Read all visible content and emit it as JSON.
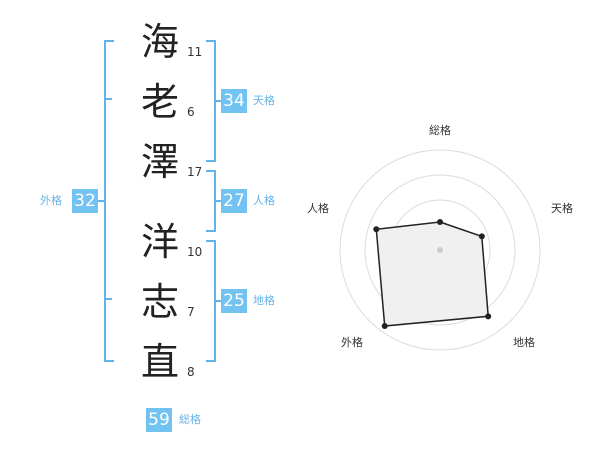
{
  "name_chars": [
    {
      "char": "海",
      "strokes": "11"
    },
    {
      "char": "老",
      "strokes": "6"
    },
    {
      "char": "澤",
      "strokes": "17"
    },
    {
      "char": "洋",
      "strokes": "10"
    },
    {
      "char": "志",
      "strokes": "7"
    },
    {
      "char": "直",
      "strokes": "8"
    }
  ],
  "kaku": {
    "tenkaku": {
      "value": "34",
      "label": "天格"
    },
    "jinkaku": {
      "value": "27",
      "label": "人格"
    },
    "chikaku": {
      "value": "25",
      "label": "地格"
    },
    "gaikaku": {
      "value": "32",
      "label": "外格"
    },
    "soukaku": {
      "value": "59",
      "label": "総格"
    }
  },
  "colors": {
    "accent": "#62b3e8",
    "badge": "#72c2f2",
    "label": "#64b4e6"
  },
  "chart_data": {
    "type": "radar",
    "axes": [
      "総格",
      "天格",
      "地格",
      "外格",
      "人格"
    ],
    "values": [
      0.28,
      0.44,
      0.82,
      0.94,
      0.67
    ],
    "range": [
      0,
      1
    ],
    "rings": 4
  }
}
